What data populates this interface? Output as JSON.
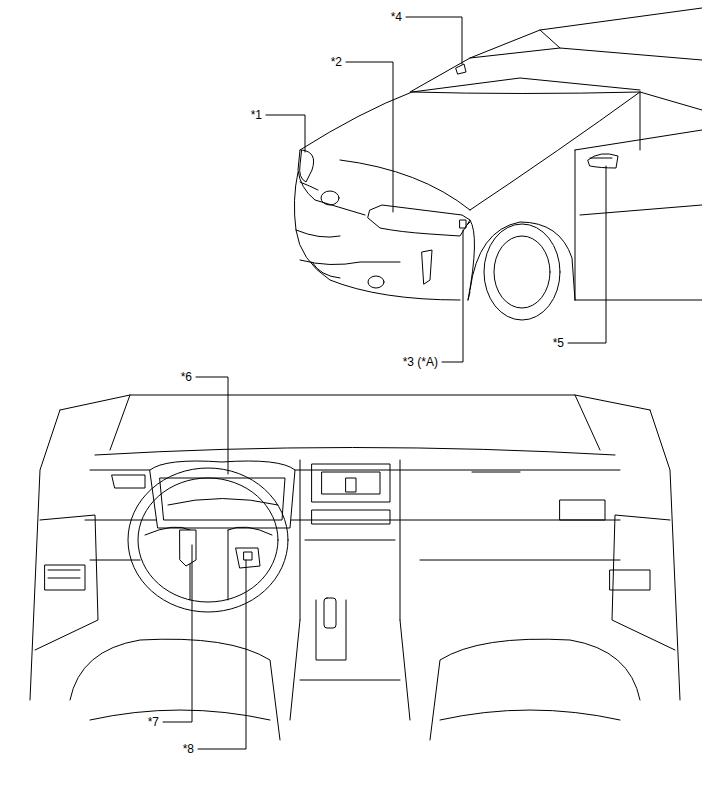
{
  "diagram": {
    "labels": [
      "*4",
      "*2",
      "*1",
      "*5",
      "*3 (*A)",
      "*6",
      "*7",
      "*8"
    ]
  }
}
